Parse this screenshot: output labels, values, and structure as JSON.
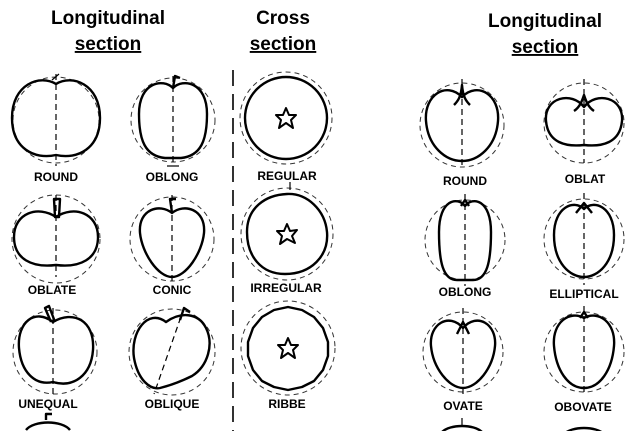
{
  "headers": {
    "left": {
      "line1": "Longitudinal",
      "line2": "section"
    },
    "middle": {
      "line1": "Cross",
      "line2": "section"
    },
    "right": {
      "line1": "Longitudinal",
      "line2": "section"
    }
  },
  "labels": {
    "left_col1": [
      "ROUND",
      "OBLATE",
      "UNEQUAL"
    ],
    "left_col2": [
      "OBLONG",
      "CONIC",
      "OBLIQUE"
    ],
    "middle": [
      "REGULAR",
      "IRREGULAR",
      "RIBBE"
    ],
    "right_col1": [
      "ROUND",
      "OBLONG",
      "OVATE"
    ],
    "right_col2": [
      "OBLAT",
      "ELLIPTICAL",
      "OBOVATE"
    ]
  }
}
